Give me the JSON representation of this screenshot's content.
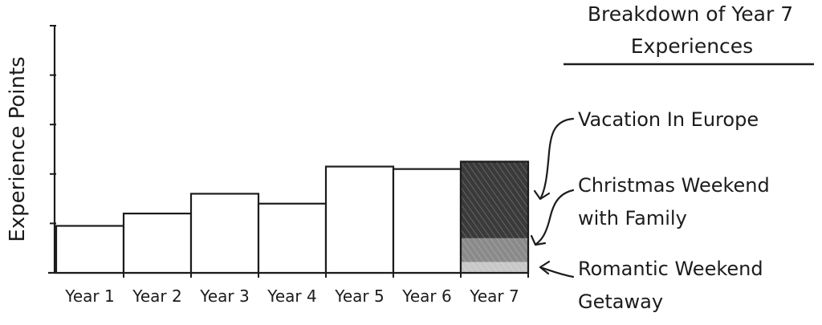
{
  "chart_data": {
    "type": "bar",
    "stacked_last": true,
    "categories": [
      "Year 1",
      "Year 2",
      "Year 3",
      "Year 4",
      "Year 5",
      "Year 6",
      "Year 7"
    ],
    "values": [
      0.95,
      1.2,
      1.6,
      1.4,
      2.15,
      2.1,
      2.25
    ],
    "ylabel": "Experience Points",
    "xlabel": "",
    "ylim": [
      0,
      5
    ],
    "y_ticks_labeled": false,
    "breakdown": {
      "title_line1": "Breakdown of Year 7",
      "title_line2": "Experiences",
      "segments": [
        {
          "name": "Romantic Weekend Getaway",
          "label_line1": "Romantic Weekend",
          "label_line2": "Getaway",
          "value": 0.22,
          "color": "#c8c8c8"
        },
        {
          "name": "Christmas Weekend with Family",
          "label_line1": "Christmas Weekend",
          "label_line2": "with Family",
          "value": 0.48,
          "color": "#8a8a8a"
        },
        {
          "name": "Vacation In Europe",
          "label_line1": "Vacation In Europe",
          "label_line2": "",
          "value": 1.55,
          "color": "#3a3a3a"
        }
      ]
    }
  }
}
